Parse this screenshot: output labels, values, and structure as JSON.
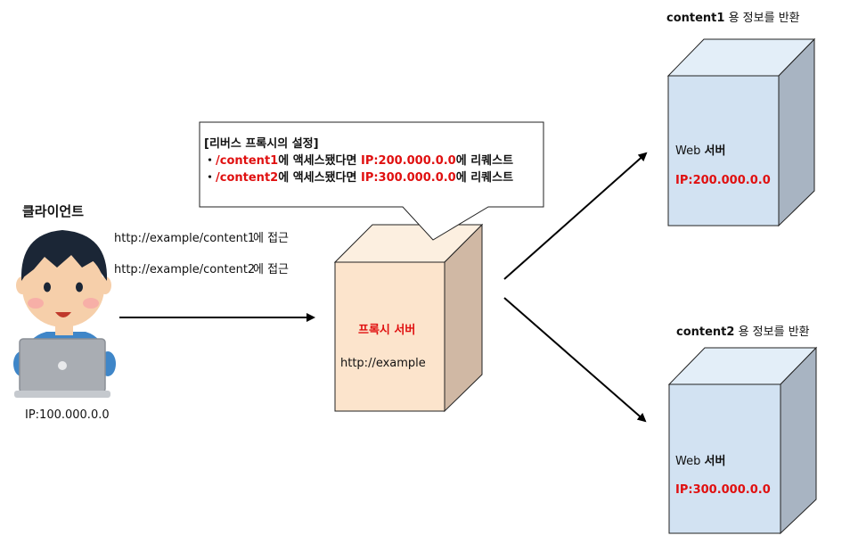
{
  "client": {
    "title": "클라이언트",
    "url1": "http://example/content1",
    "access1": "에 접근",
    "url2": "http://example/content2",
    "access2": "에 접근",
    "ip": "IP:100.000.0.0"
  },
  "proxy": {
    "name": "프록시 서버",
    "url": "http://example",
    "settings_title": "[리버스 프록시의 설정]",
    "rule1": {
      "bullet": "・",
      "path": "/content1",
      "text_a": "에 액세스됐다면 ",
      "ip": "IP:200.000.0.0",
      "text_b": "에 리퀘스트"
    },
    "rule2": {
      "bullet": "・",
      "path": "/content2",
      "text_a": "에 액세스됐다면 ",
      "ip": "IP:300.000.0.0",
      "text_b": "에 리퀘스트"
    }
  },
  "server1": {
    "caption_bold": "content1",
    "caption_rest": "용 정보를 반환",
    "web": "Web",
    "label": "서버",
    "ip": "IP:200.000.0.0"
  },
  "server2": {
    "caption_bold": "content2",
    "caption_rest": "용 정보를 반환",
    "web": "Web",
    "label": "서버",
    "ip": "IP:300.000.0.0"
  },
  "colors": {
    "highlight_red": "#e01010",
    "proxy_box_front": "#fce4cc",
    "proxy_box_side": "#d0b8a4",
    "server_box_front": "#d2e2f2",
    "server_box_side": "#a8b4c2"
  },
  "icons": {
    "client": "person-with-laptop-icon"
  }
}
